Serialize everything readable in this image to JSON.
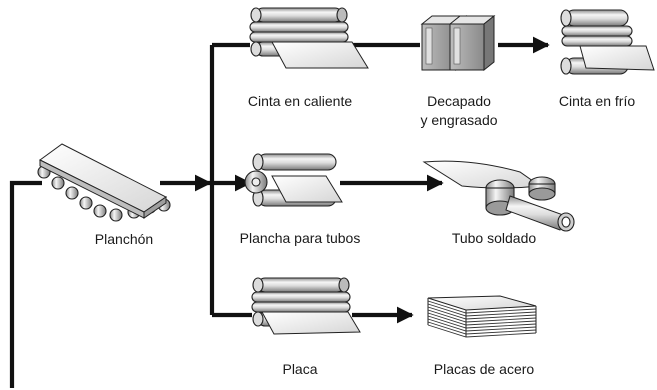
{
  "labels": {
    "planchon": "Planchón",
    "cinta_caliente": "Cinta en caliente",
    "decapado_line1": "Decapado",
    "decapado_line2": "y engrasado",
    "cinta_frio": "Cinta en frío",
    "plancha_tubos": "Plancha para tubos",
    "tubo_soldado": "Tubo soldado",
    "placa": "Placa",
    "placas_acero": "Placas de acero"
  },
  "icons": {
    "slab": "slab-on-roller-table",
    "hot_mill": "roll-stand-hot-strip",
    "pickling": "pickling-tanks",
    "cold_mill": "roll-stand-cold-strip",
    "skelp_mill": "roll-stand-skelp",
    "pipe_welding": "pipe-forming-rolls",
    "plate_mill": "roll-stand-plate",
    "plate_stack": "stack-of-plates"
  },
  "colors": {
    "line": "#111111",
    "roll_light": "#f2f2f2",
    "roll_dark": "#9a9a9a",
    "sheet": "#ececec"
  }
}
